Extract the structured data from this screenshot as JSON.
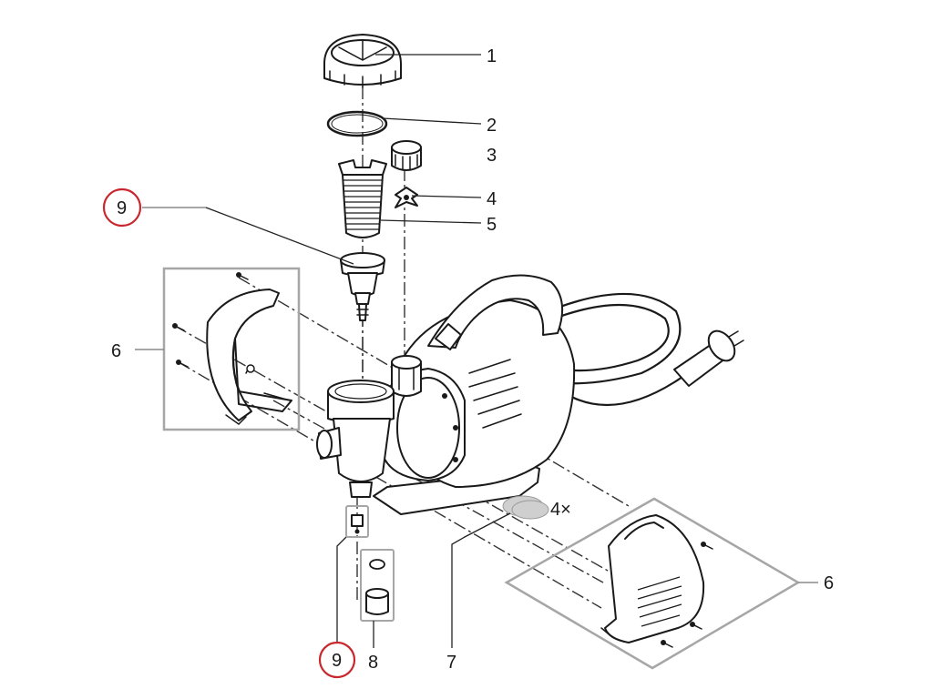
{
  "callouts": {
    "c1": "1",
    "c2": "2",
    "c3": "3",
    "c4": "4",
    "c5": "5",
    "c6_left": "6",
    "c6_right": "6",
    "c7": "7",
    "c8": "8",
    "c9_top": "9",
    "c9_bottom": "9",
    "qty": "4×"
  },
  "colors": {
    "highlight_ring": "#c8282d",
    "group_box": "#a6a6a6",
    "line": "#1a1a1a",
    "foot_fill": "#cfcfcf"
  }
}
